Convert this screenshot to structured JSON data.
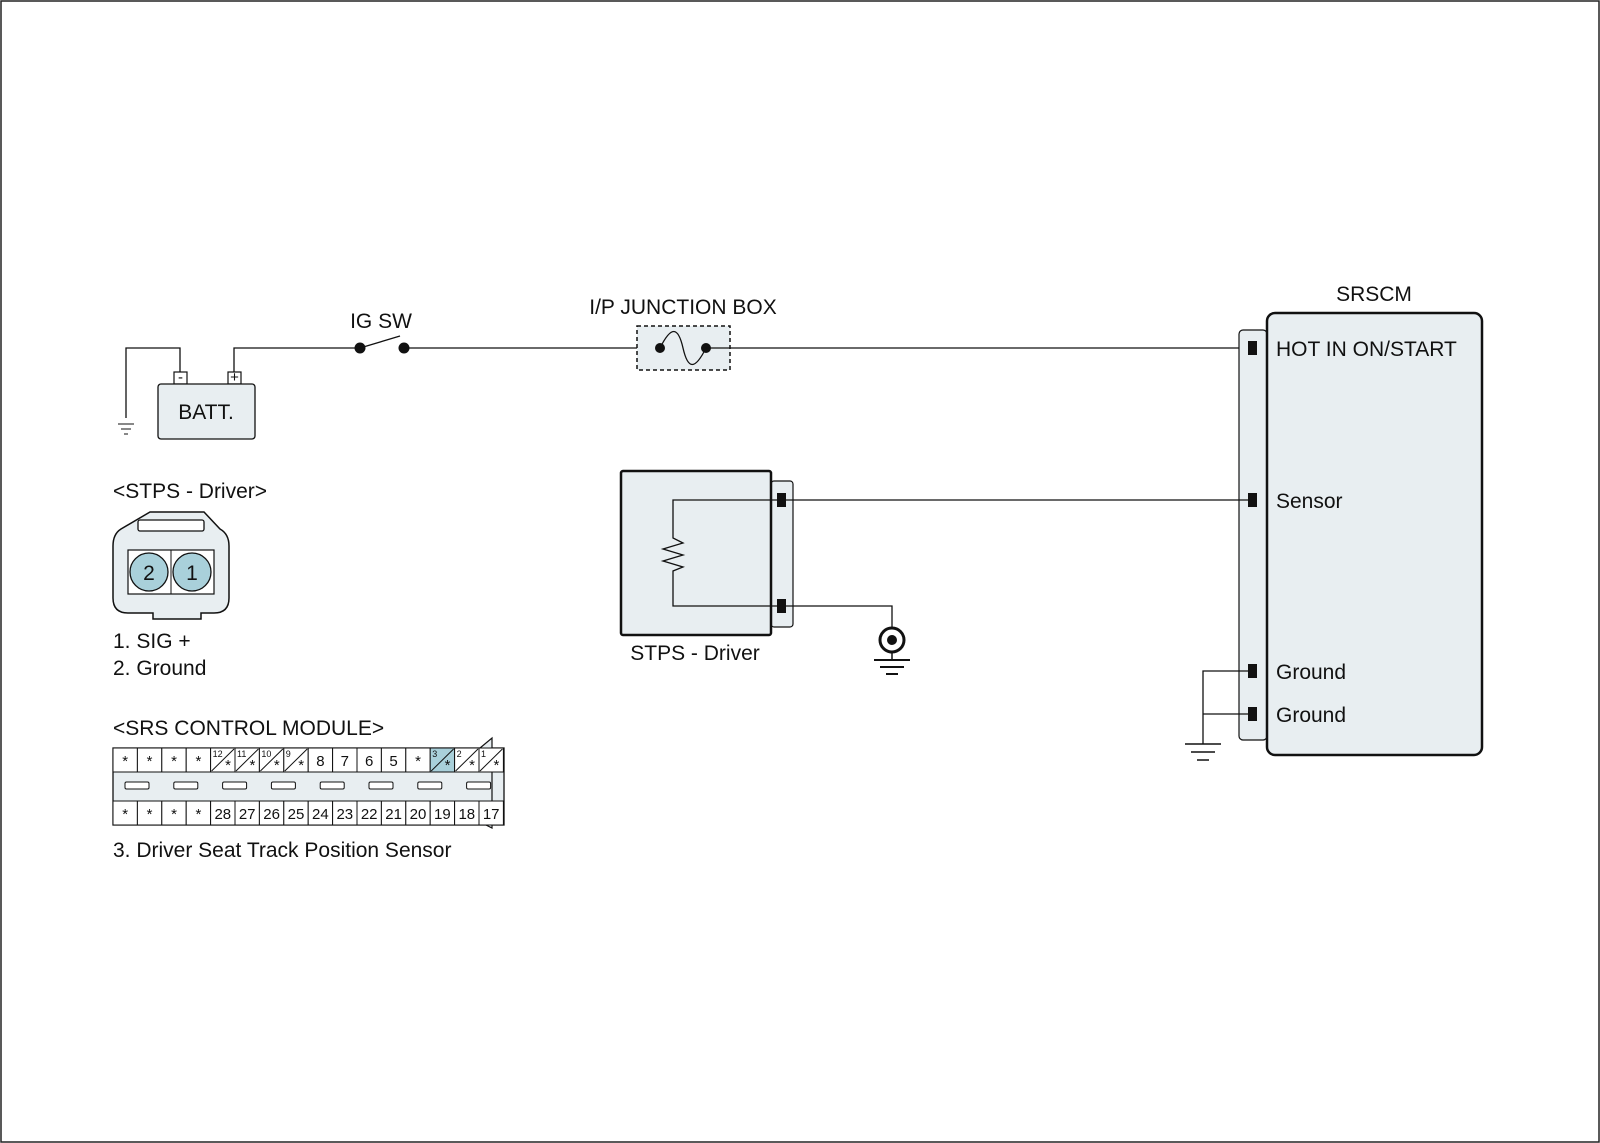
{
  "colors": {
    "module_fill": "#e8eef1",
    "pin_highlight": "#a9d0da",
    "line": "#111111"
  },
  "labels": {
    "batt": "BATT.",
    "batt_neg": "-",
    "batt_pos": "+",
    "ig_sw": "IG SW",
    "junction_box": "I/P JUNCTION BOX",
    "srscm": "SRSCM",
    "hot_in": "HOT IN ON/START",
    "sensor": "Sensor",
    "ground1": "Ground",
    "ground2": "Ground",
    "stps_component": "STPS - Driver"
  },
  "stps_connector": {
    "title": "<STPS - Driver>",
    "pin_left": "2",
    "pin_right": "1",
    "legend": [
      "1. SIG +",
      "2. Ground"
    ]
  },
  "srs_connector": {
    "title": "<SRS CONTROL MODULE>",
    "top_row": [
      "*",
      "*",
      "*",
      "*",
      "12/*",
      "11/*",
      "10/*",
      "9/*",
      "8",
      "7",
      "6",
      "5",
      "*",
      "3/*",
      "2/*",
      "1/*"
    ],
    "bottom_row": [
      "*",
      "*",
      "*",
      "*",
      "28",
      "27",
      "26",
      "25",
      "24",
      "23",
      "22",
      "21",
      "20",
      "19",
      "18",
      "17"
    ],
    "highlighted_pin": "3",
    "legend": "3. Driver Seat Track Position Sensor"
  }
}
